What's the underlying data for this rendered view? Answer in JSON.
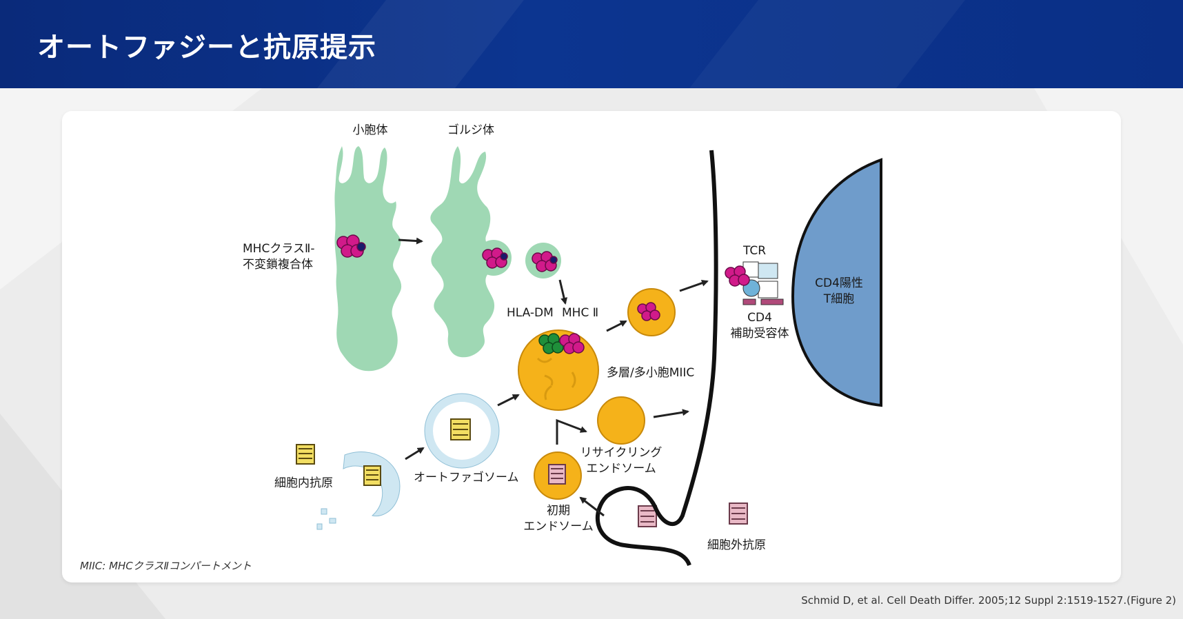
{
  "slide": {
    "title": "オートファジーと抗原提示",
    "citation": "Schmid D, et al. Cell Death Differ. 2005;12 Suppl 2:1519-1527.(Figure 2)",
    "footnote": "MIIC: MHCクラスⅡコンパートメント"
  },
  "colors": {
    "header": "#0c3590",
    "er_golgi": "#9fd8b4",
    "vesicle_orange": "#f5b21a",
    "t_cell": "#6f9ccb",
    "mhc_magenta": "#d11a8a",
    "hla_dm_green": "#1f8f3a",
    "autophagosome": "#cfe7f2"
  },
  "diagram": {
    "labels": {
      "er": "小胞体",
      "golgi": "ゴルジ体",
      "mhc_complex_line1": "MHCクラスⅡ-",
      "mhc_complex_line2": "不変鎖複合体",
      "hla_dm": "HLA-DM",
      "mhc2": "MHC Ⅱ",
      "miic": "多層/多小胞MIIC",
      "tcr": "TCR",
      "cd4_tcell_line1": "CD4陽性",
      "cd4_tcell_line2": "T細胞",
      "cd4_coreceptor_line1": "CD4",
      "cd4_coreceptor_line2": "補助受容体",
      "recycling_line1": "リサイクリング",
      "recycling_line2": "エンドソーム",
      "autophagosome": "オートファゴソーム",
      "intracellular_antigen": "細胞内抗原",
      "early_endosome_line1": "初期",
      "early_endosome_line2": "エンドソーム",
      "extracellular_antigen": "細胞外抗原"
    },
    "icons": [
      "er-shape",
      "golgi-shape",
      "mhc-complex",
      "vesicle",
      "miic-vesicle",
      "autophagosome",
      "antigen",
      "cell-membrane",
      "t-cell",
      "tcr-receptor",
      "arrow"
    ]
  }
}
